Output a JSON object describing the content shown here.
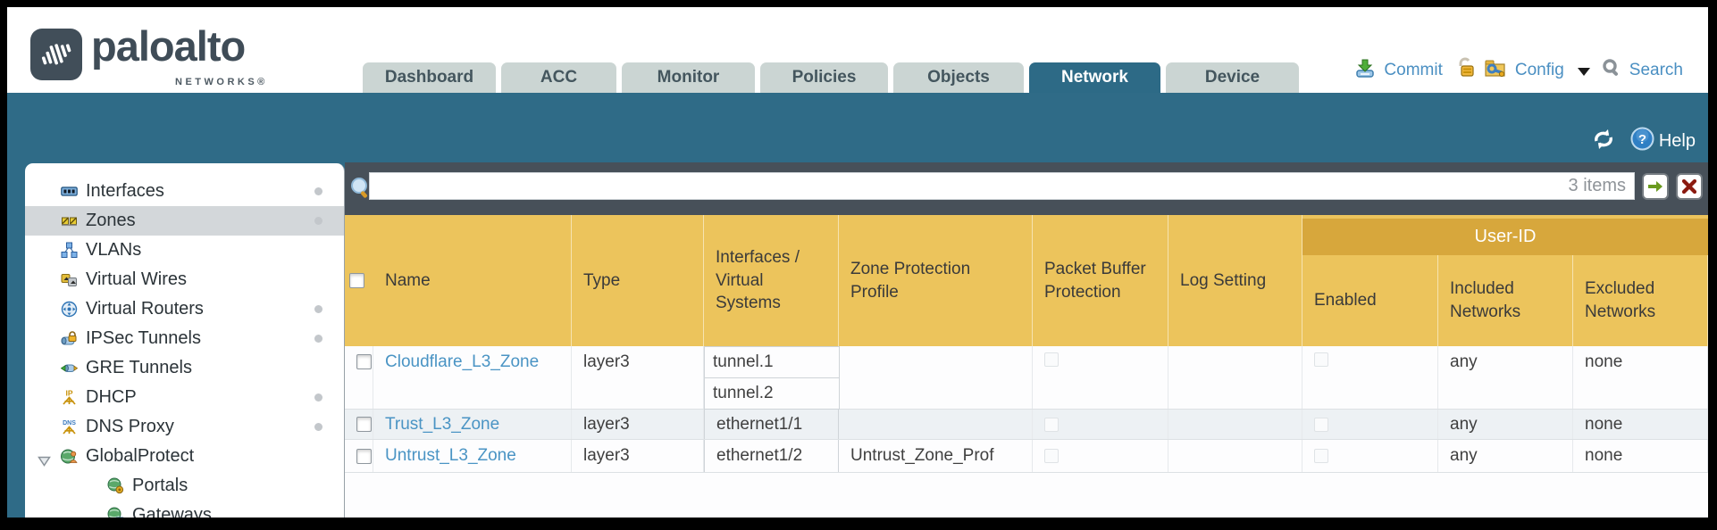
{
  "brand": {
    "name": "paloalto",
    "sub": "NETWORKS®"
  },
  "nav": {
    "tabs": [
      {
        "label": "Dashboard",
        "active": false
      },
      {
        "label": "ACC",
        "active": false
      },
      {
        "label": "Monitor",
        "active": false
      },
      {
        "label": "Policies",
        "active": false
      },
      {
        "label": "Objects",
        "active": false
      },
      {
        "label": "Network",
        "active": true
      },
      {
        "label": "Device",
        "active": false
      }
    ],
    "actions": {
      "commit": "Commit",
      "config": "Config",
      "search": "Search"
    }
  },
  "toolbar": {
    "help": "Help"
  },
  "filter": {
    "value": "",
    "items_count": "3 items"
  },
  "sidebar": {
    "items": [
      {
        "label": "Interfaces"
      },
      {
        "label": "Zones"
      },
      {
        "label": "VLANs"
      },
      {
        "label": "Virtual Wires"
      },
      {
        "label": "Virtual Routers"
      },
      {
        "label": "IPSec Tunnels"
      },
      {
        "label": "GRE Tunnels"
      },
      {
        "label": "DHCP"
      },
      {
        "label": "DNS Proxy"
      },
      {
        "label": "GlobalProtect"
      },
      {
        "label": "Portals"
      },
      {
        "label": "Gateways"
      }
    ]
  },
  "table": {
    "group_header": "User-ID",
    "columns": [
      "Name",
      "Type",
      "Interfaces / Virtual Systems",
      "Zone Protection Profile",
      "Packet Buffer Protection",
      "Log Setting",
      "Enabled",
      "Included Networks",
      "Excluded Networks"
    ],
    "rows": [
      {
        "name": "Cloudflare_L3_Zone",
        "type": "layer3",
        "interfaces": [
          "tunnel.1",
          "tunnel.2"
        ],
        "zone_protection_profile": "",
        "log_setting": "",
        "included_networks": "any",
        "excluded_networks": "none"
      },
      {
        "name": "Trust_L3_Zone",
        "type": "layer3",
        "interfaces": [
          "ethernet1/1"
        ],
        "zone_protection_profile": "",
        "log_setting": "",
        "included_networks": "any",
        "excluded_networks": "none"
      },
      {
        "name": "Untrust_L3_Zone",
        "type": "layer3",
        "interfaces": [
          "ethernet1/2"
        ],
        "zone_protection_profile": "Untrust_Zone_Prof",
        "log_setting": "",
        "included_networks": "any",
        "excluded_networks": "none"
      }
    ]
  },
  "colors": {
    "teal_band": "#2f6b87",
    "filter_strip": "#475059",
    "header_gold": "#ecc45c",
    "user_id_gold": "#d7a73c",
    "link_blue": "#4a94c4",
    "action_blue": "#4a8fc2",
    "tab_inactive": "#cbd5d3",
    "row_alt": "#edf1f4"
  }
}
